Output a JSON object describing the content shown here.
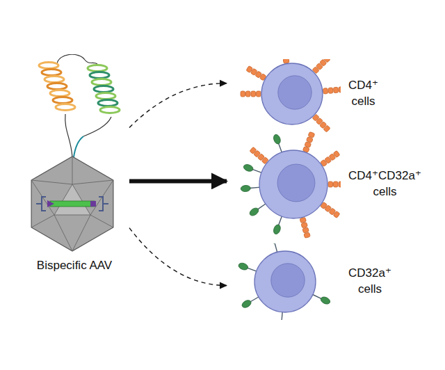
{
  "diagram": {
    "nodes": [
      {
        "text": [
          "Bispecific AAV"
        ]
      },
      {
        "text": [
          "CD4⁺ cells"
        ]
      },
      {
        "text": [
          "CD4⁺CD32a⁺ cells"
        ]
      },
      {
        "text": [
          "CD32a⁺ cells"
        ]
      }
    ],
    "edges": [
      {
        "from": 0,
        "to": 1,
        "arrow": "to"
      },
      {
        "from": 0,
        "to": 2,
        "arrow": "to"
      },
      {
        "from": 0,
        "to": 3,
        "arrow": "to"
      }
    ]
  }
}
